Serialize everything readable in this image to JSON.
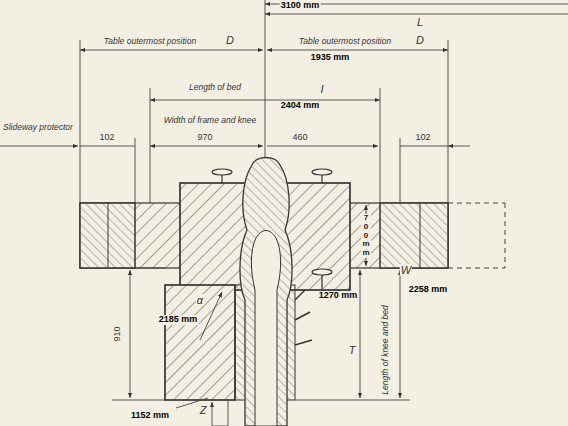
{
  "diagram": {
    "labels": [
      "3100 mm",
      "L",
      "Table outermost position",
      "D",
      "Table outermost position",
      "D",
      "1935 mm",
      "Length of bed",
      "I",
      "2404 mm",
      "Slideway protector",
      "102",
      "970",
      "Width of frame and knee",
      "460",
      "102",
      "700 mm",
      "910",
      "α",
      "2185 mm",
      "1270 mm",
      "T",
      "W",
      "2258 mm",
      "Length of knee and bed",
      "Z",
      "1152 mm"
    ]
  }
}
